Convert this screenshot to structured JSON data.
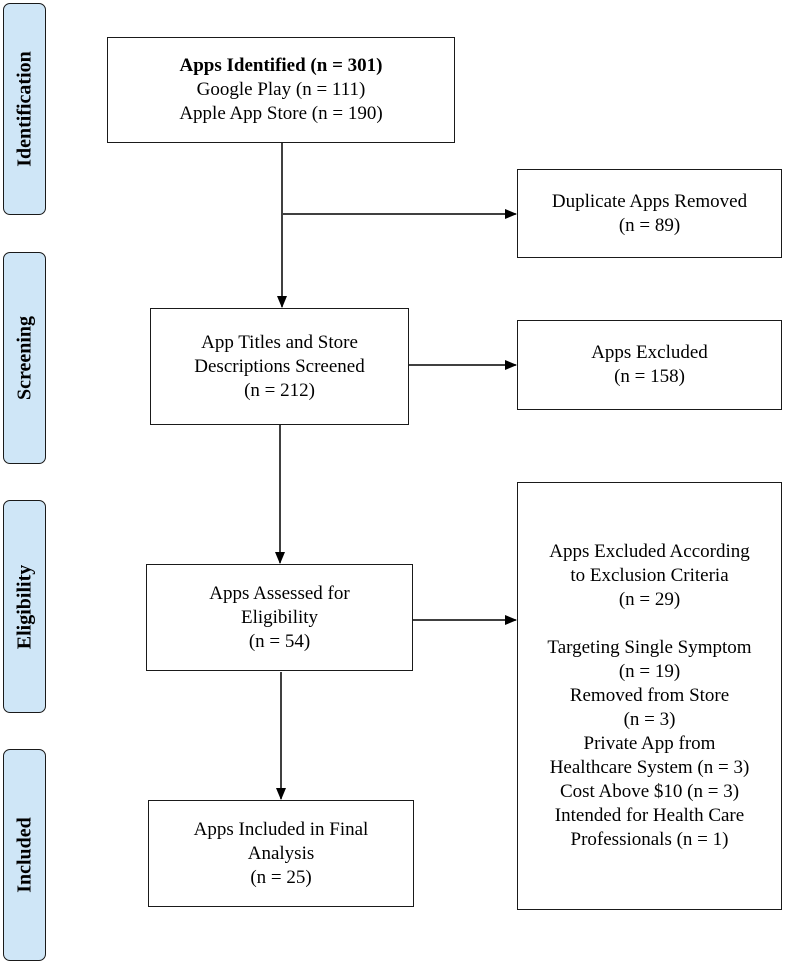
{
  "phases": {
    "identification": "Identification",
    "screening": "Screening",
    "eligibility": "Eligibility",
    "included": "Included"
  },
  "boxes": {
    "identified": {
      "title": "Apps Identified (n = 301)",
      "line2": "Google Play (n = 111)",
      "line3": "Apple App Store (n = 190)"
    },
    "duplicates": {
      "line1": "Duplicate Apps Removed",
      "line2": "(n = 89)"
    },
    "screened": {
      "line1": "App Titles and Store",
      "line2": "Descriptions Screened",
      "line3": "(n = 212)"
    },
    "excluded": {
      "line1": "Apps Excluded",
      "line2": "(n = 158)"
    },
    "assessed": {
      "line1": "Apps Assessed for",
      "line2": "Eligibility",
      "line3": "(n = 54)"
    },
    "criteria": {
      "lines": [
        "Apps Excluded According",
        "to Exclusion Criteria",
        "(n = 29)",
        "",
        "Targeting Single Symptom",
        "(n = 19)",
        "Removed from Store",
        "(n = 3)",
        "Private App from",
        "Healthcare System (n = 3)",
        "Cost Above $10 (n = 3)",
        "Intended for Health Care",
        "Professionals (n = 1)"
      ]
    },
    "included": {
      "line1": "Apps Included in Final",
      "line2": "Analysis",
      "line3": "(n = 25)"
    }
  }
}
